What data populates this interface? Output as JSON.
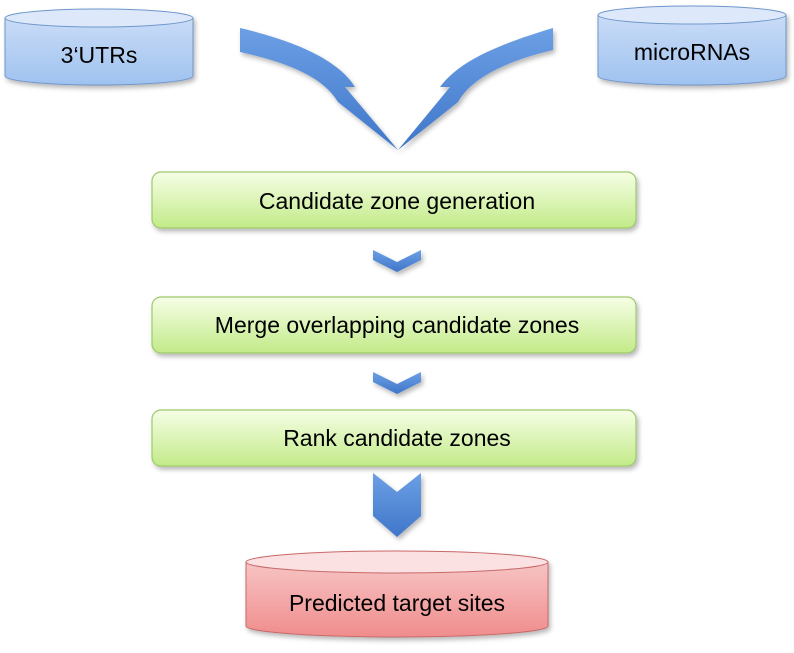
{
  "inputs": {
    "utrs": {
      "label": "3‘UTRs"
    },
    "micrornas": {
      "label": "microRNAs"
    }
  },
  "steps": [
    {
      "label": "Candidate zone generation"
    },
    {
      "label": "Merge overlapping candidate zones"
    },
    {
      "label": "Rank candidate zones"
    }
  ],
  "output": {
    "label": "Predicted target sites"
  },
  "colors": {
    "input_db_top": "#dbe8fa",
    "input_db_body": "#a9c9f1",
    "step_fill_light": "#f3fde0",
    "step_fill_dark": "#c4ec8c",
    "step_border": "#9cc96a",
    "arrow": "#4f86d6",
    "output_db_top": "#fbe0e0",
    "output_db_body": "#f49a9a"
  }
}
